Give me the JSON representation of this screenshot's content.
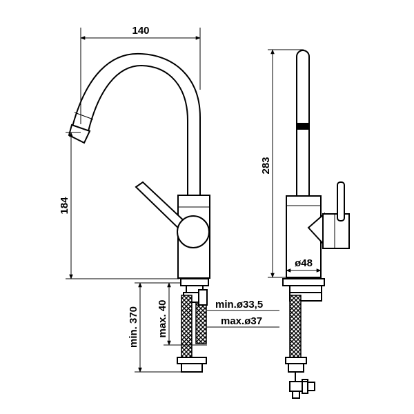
{
  "dimensions": {
    "width_top": "140",
    "height_spout": "184",
    "height_total": "283",
    "min_hose": "min. 370",
    "max_thickness": "max. 40",
    "min_hole": "min.ø33,5",
    "max_hole": "max.ø37",
    "base_diameter": "ø48"
  },
  "icons": {
    "hose_left": "braided-hose-icon",
    "hose_right": "braided-hose-icon",
    "valve": "angle-valve-icon"
  }
}
